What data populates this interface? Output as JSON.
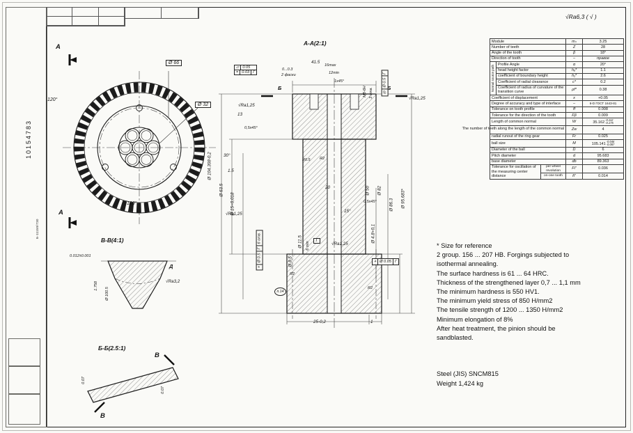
{
  "doc": {
    "number": "10154783",
    "code": "Б-11159/730"
  },
  "finish": {
    "general": "√Ra6,3  ( √ )"
  },
  "front": {
    "dia1": "Ø 66",
    "dia2": "Ø 32",
    "angle_top": "120°",
    "angle_bottom": "120°",
    "letter": "A"
  },
  "aa": {
    "title": "A-A(2:1)",
    "f1r1_sym": "▱",
    "f1r1_val": "0.05",
    "f1r2_sym": "=",
    "f1r2_val": "0.03",
    "f1r2_dat": "Г",
    "conc_sym": "◎",
    "conc_val": "Ø 0.5",
    "conc_dat": "Г",
    "pos6_sym": "⌖",
    "pos6_val": "Ø 0.5",
    "pos6_dat": "Г",
    "pos6_note": "6 отв.",
    "pos_sym": "⌖",
    "pos_val": "Ø 0.05",
    "pos_dat": "Г",
    "datum": "Г",
    "dim_415": "41.5",
    "dim_gap": "0...0.3",
    "dim_ch2": "2 фаски",
    "dim_16": "16max",
    "dim_12": "12min",
    "dim_145": "1x45°",
    "b": "Б",
    "thread": "М8-6Н",
    "holes3": "3 отв.",
    "ra": "√Ra1,25",
    "dim_13": "13",
    "dim_ch05": "0,5x45°",
    "dim_30": "30°",
    "dim_15len": "1.5",
    "dia_104": "Ø 104.308-0,2",
    "dia_635": "Ø 63.5",
    "dia_15": "Ø 15+0,018",
    "r05": "R0.5",
    "r2": "R2",
    "dim_20": "20",
    "dia_50": "Ø 50",
    "dia_82": "Ø 82",
    "dia_863": "Ø 86.3",
    "dia_95683": "Ø 95.683*",
    "dim_ch05b": "0,5x45°",
    "dim_a15": "15°",
    "dia_48": "Ø 4.8+0,1",
    "dia_115": "Ø 11.5",
    "dim_6min": "6 min",
    "dia_85": "Ø 8.5",
    "note": "п.14",
    "dim_25": "25-0,2",
    "dim_1": "1"
  },
  "bb": {
    "title": "B-B(4:1)",
    "tol": "0.012±0.001",
    "h": "1.758",
    "dia": "Ø 100.5",
    "ra": "√Ra3,2",
    "callout": "Д"
  },
  "bb2": {
    "title": "Б-Б(2.5:1)",
    "letter": "B",
    "tol_l": "0.07",
    "tol_r": "0.07"
  },
  "table": {
    "group_label": "Normal source path",
    "rows": [
      {
        "label": "Module",
        "sym": "mₙ",
        "val": "3.25"
      },
      {
        "label": "Number of teeth",
        "sym": "Z",
        "val": "28"
      },
      {
        "label": "Angle of the tooth",
        "sym": "β",
        "val": "18°"
      },
      {
        "label": "Direction of tooth",
        "sym": "–",
        "val": "правое"
      },
      {
        "label": "Profile Angle",
        "sym": "α",
        "val": "20°"
      },
      {
        "label": "head height factor",
        "sym": "hₐ*",
        "val": "1.1"
      },
      {
        "label": "coefficient of boundary height",
        "sym": "h₁*",
        "val": "2.6"
      },
      {
        "label": "Coefficient of radial clearance",
        "sym": "c*",
        "val": "0.2"
      },
      {
        "label": "Coefficient of radius of curvature of the transition curve",
        "sym": "ρf*",
        "val": "0.38"
      },
      {
        "label": "Coefficient of displacement",
        "sym": "x",
        "val": "+0.05"
      },
      {
        "label": "Degree of accuracy and type of interface",
        "sym": "–",
        "val": "6-D ГОСТ 1643-81"
      },
      {
        "label": "Tolerance on tooth profile",
        "sym": "ff",
        "val": "0.008"
      },
      {
        "label": "Tolerance for the direction of the tooth",
        "sym": "Fβ",
        "val": "0.009"
      },
      {
        "label": "Length of common normal",
        "sym": "W",
        "val": "35.162",
        "tol_hi": "-0.112",
        "tol_lo": "-0.175"
      },
      {
        "label": "The number of teeth along the length of the common normal",
        "sym": "Zw",
        "val": "4"
      },
      {
        "label": "radial runout of the ring gear",
        "sym": "Fr",
        "val": "0.025"
      },
      {
        "label": "ball size",
        "sym": "M",
        "val": "105.141",
        "tol_hi": "-0.046",
        "tol_lo": "-0.087"
      },
      {
        "label": "Diameter of the ball",
        "sym": "D",
        "val": "6"
      },
      {
        "label": "Pitch diameter",
        "sym": "d",
        "val": "95.683"
      },
      {
        "label": "base diameter",
        "sym": "db",
        "val": "89.363"
      }
    ],
    "osc": {
      "label": "Tolerance for oscillation of the measuring center distance",
      "rows": [
        {
          "sub": "per wheel revolution",
          "sym": "Fi″",
          "val": "0.036"
        },
        {
          "sub": "on-one tooth",
          "sym": "fi″",
          "val": "0.014"
        }
      ]
    }
  },
  "notes_text": "* Size for reference\n2 group. 156 ... 207 HB. Forgings subjected to\nisothermal annealing.\nThe surface hardness is 61 ... 64 HRC.\nThickness of the strengthened layer 0,7 ... 1,1 mm\nThe minimum hardness is 550 HV1.\nThe minimum yield stress of 850 H/mm2\nThe tensile strength of 1200 ... 1350 H/mm2\nMinimum elongation of 8%\nAfter heat treatment, the pinion should be\nsandblasted.",
  "material_text": "Steel (JIS) SNCM815\nWeight 1,424 kg"
}
